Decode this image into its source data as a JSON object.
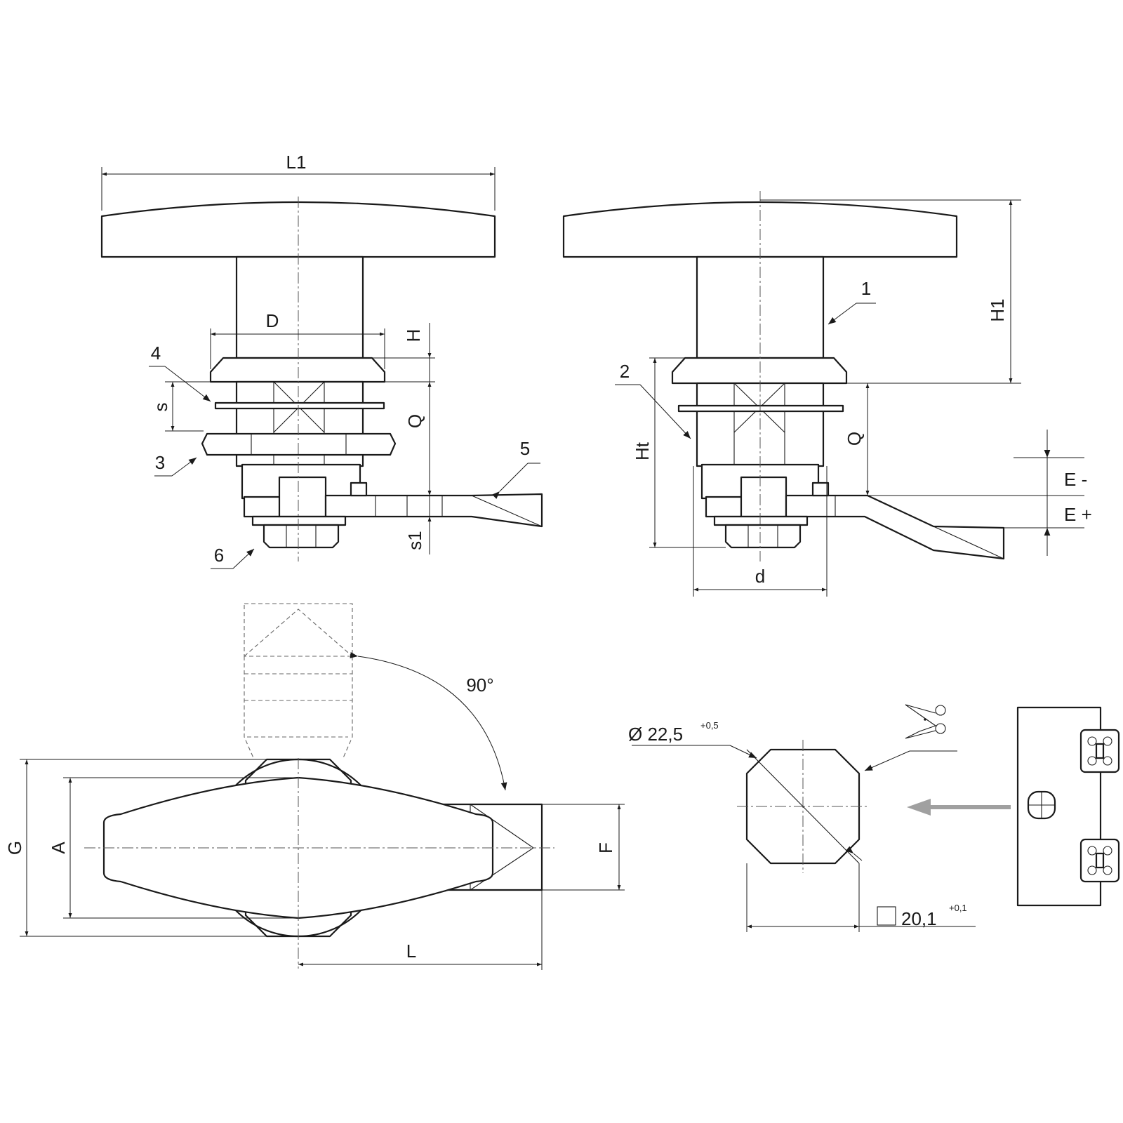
{
  "labels": {
    "L1": "L1",
    "D": "D",
    "H": "H",
    "s": "s",
    "Q": "Q",
    "s1": "s1",
    "H1": "H1",
    "Ht": "Ht",
    "Q2": "Q",
    "d": "d",
    "E_minus": "E -",
    "E_plus": "E +",
    "G": "G",
    "A": "A",
    "F": "F",
    "L": "L",
    "angle": "90°"
  },
  "callouts": {
    "c1": "1",
    "c2": "2",
    "c3": "3",
    "c4": "4",
    "c5": "5",
    "c6": "6"
  },
  "cutout": {
    "diameter": "Ø 22,5",
    "diameter_tol": "+0,5",
    "square": "20,1",
    "square_tol": "+0,1",
    "icons": [
      "scissors-icon",
      "square-symbol-icon"
    ]
  },
  "colors": {
    "line": "#1a1a1a",
    "arrow": "#a0a0a0"
  }
}
